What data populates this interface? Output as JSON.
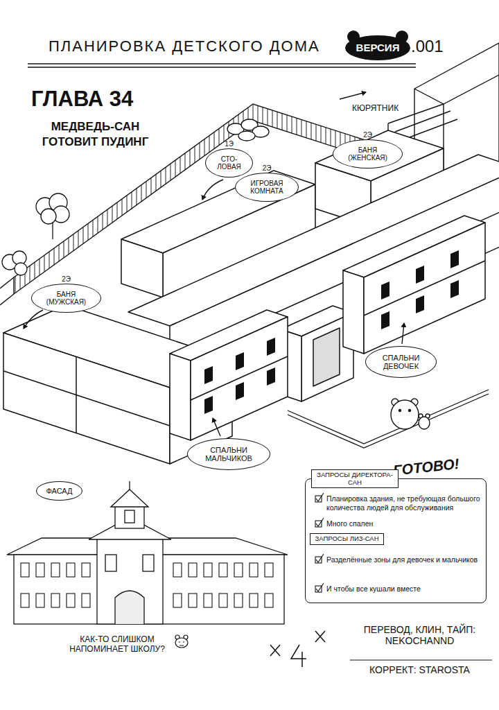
{
  "diagram": {
    "title": "ПЛАНИРОВКА ДЕТСКОГО ДОМА",
    "nodes": [
      {
        "text": [
          "1Э",
          "СТО- ЛОВАЯ"
        ]
      },
      {
        "text": [
          "2Э",
          "ИГРОВАЯ КОМНАТА"
        ]
      },
      {
        "text": [
          "2Э",
          "БАНЯ (ЖЕНСКАЯ)"
        ]
      },
      {
        "text": [
          "2Э",
          "БАНЯ (МУЖСКАЯ)"
        ]
      },
      {
        "text": [
          "СПАЛЬНИ ДЕВОЧЕК"
        ]
      },
      {
        "text": [
          "СПАЛЬНИ МАЛЬЧИКОВ"
        ]
      },
      {
        "text": [
          "ФАСАД"
        ]
      },
      {
        "text": [
          "Планировка здания, не требующая большого количества людей для обслуживания",
          "Много спален",
          "Разделённые зоны для девочек и мальчиков",
          "И чтобы все кушали вместе"
        ]
      },
      {
        "text": [
          "ЗАПРОСЫ ДИРЕКТОРА-САН"
        ],
        "in": 7
      },
      {
        "text": [
          "ЗАПРОСЫ ЛИЗ-САН"
        ],
        "in": 7
      }
    ],
    "labels": [
      "ВЕРСИЯ",
      ".001",
      "ГЛАВА 34",
      "МЕДВЕДЬ-САН ГОТОВИТ ПУДИНГ",
      "КЮРЯТНИК",
      "ГОТОВО!",
      "КАК-ТО СЛИШКОМ НАПОМИНАЕТ ШКОЛУ?",
      "ПЕРЕВОД, КЛИН, ТАЙП: NEKOCHANND",
      "КОРРЕКТ: STAROSTA"
    ]
  }
}
